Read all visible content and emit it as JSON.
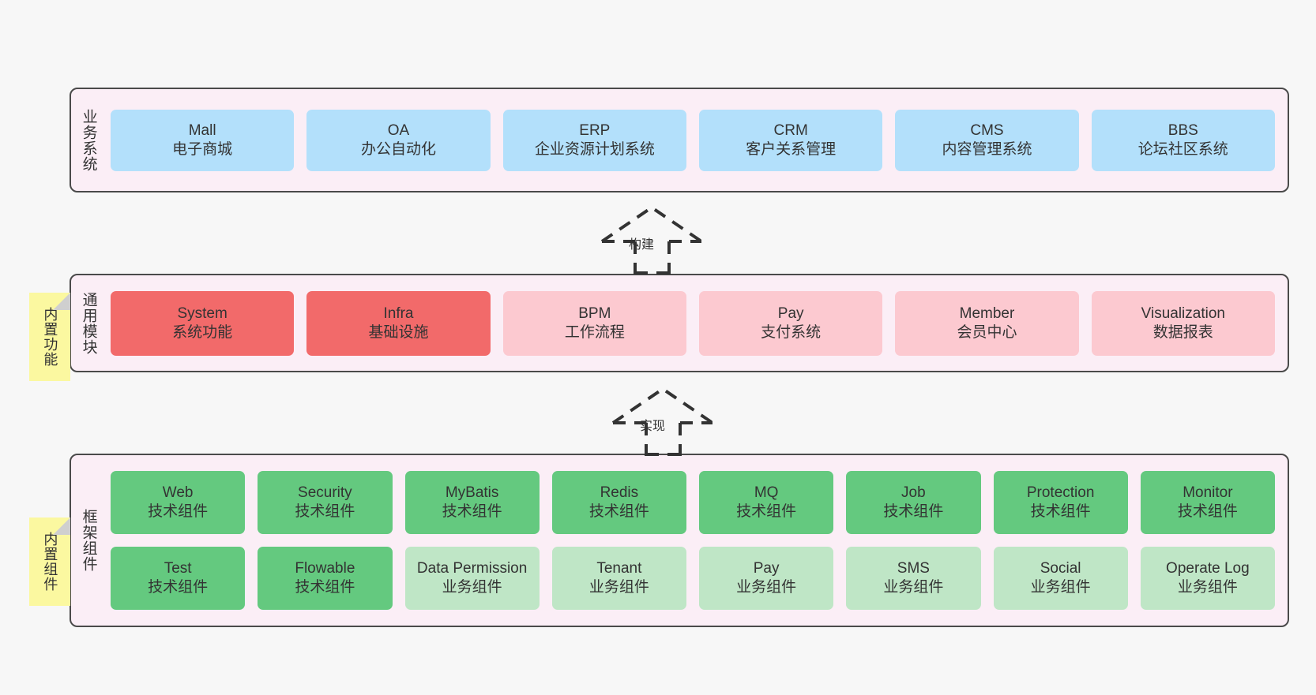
{
  "diagram": {
    "layers": [
      {
        "id": "business",
        "title": "业务系统",
        "rows": [
          [
            {
              "name": "Mall",
              "sub": "电子商城",
              "color": "#b3e0fb"
            },
            {
              "name": "OA",
              "sub": "办公自动化",
              "color": "#b3e0fb"
            },
            {
              "name": "ERP",
              "sub": "企业资源计划系统",
              "color": "#b3e0fb"
            },
            {
              "name": "CRM",
              "sub": "客户关系管理",
              "color": "#b3e0fb"
            },
            {
              "name": "CMS",
              "sub": "内容管理系统",
              "color": "#b3e0fb"
            },
            {
              "name": "BBS",
              "sub": "论坛社区系统",
              "color": "#b3e0fb"
            }
          ]
        ]
      },
      {
        "id": "modules",
        "title": "通用模块",
        "rows": [
          [
            {
              "name": "System",
              "sub": "系统功能",
              "color": "#f26a6a"
            },
            {
              "name": "Infra",
              "sub": "基础设施",
              "color": "#f26a6a"
            },
            {
              "name": "BPM",
              "sub": "工作流程",
              "color": "#fcc9d0"
            },
            {
              "name": "Pay",
              "sub": "支付系统",
              "color": "#fcc9d0"
            },
            {
              "name": "Member",
              "sub": "会员中心",
              "color": "#fcc9d0"
            },
            {
              "name": "Visualization",
              "sub": "数据报表",
              "color": "#fcc9d0"
            }
          ]
        ]
      },
      {
        "id": "framework",
        "title": "框架组件",
        "rows": [
          [
            {
              "name": "Web",
              "sub": "技术组件",
              "color": "#64c97f"
            },
            {
              "name": "Security",
              "sub": "技术组件",
              "color": "#64c97f"
            },
            {
              "name": "MyBatis",
              "sub": "技术组件",
              "color": "#64c97f"
            },
            {
              "name": "Redis",
              "sub": "技术组件",
              "color": "#64c97f"
            },
            {
              "name": "MQ",
              "sub": "技术组件",
              "color": "#64c97f"
            },
            {
              "name": "Job",
              "sub": "技术组件",
              "color": "#64c97f"
            },
            {
              "name": "Protection",
              "sub": "技术组件",
              "color": "#64c97f"
            },
            {
              "name": "Monitor",
              "sub": "技术组件",
              "color": "#64c97f"
            }
          ],
          [
            {
              "name": "Test",
              "sub": "技术组件",
              "color": "#64c97f"
            },
            {
              "name": "Flowable",
              "sub": "技术组件",
              "color": "#64c97f"
            },
            {
              "name": "Data Permission",
              "sub": "业务组件",
              "color": "#bfe6c6"
            },
            {
              "name": "Tenant",
              "sub": "业务组件",
              "color": "#bfe6c6"
            },
            {
              "name": "Pay",
              "sub": "业务组件",
              "color": "#bfe6c6"
            },
            {
              "name": "SMS",
              "sub": "业务组件",
              "color": "#bfe6c6"
            },
            {
              "name": "Social",
              "sub": "业务组件",
              "color": "#bfe6c6"
            },
            {
              "name": "Operate Log",
              "sub": "业务组件",
              "color": "#bfe6c6"
            }
          ]
        ]
      }
    ],
    "notes": [
      {
        "id": "functions",
        "text": "内置功能",
        "color": "#fbf8a0"
      },
      {
        "id": "components",
        "text": "内置组件",
        "color": "#fbf8a0"
      }
    ],
    "connectors": [
      {
        "id": "build",
        "label": "构建",
        "style": "dashed-generalization",
        "direction": "up"
      },
      {
        "id": "impl",
        "label": "实现",
        "style": "dashed-generalization",
        "direction": "up"
      }
    ],
    "colors": {
      "background": "#f7f7f7",
      "layer_fill": "#fbeef6",
      "layer_border": "#4a4a4a",
      "business_cell": "#b3e0fb",
      "module_core": "#f26a6a",
      "module_optional": "#fcc9d0",
      "tech_component": "#64c97f",
      "biz_component": "#bfe6c6",
      "note_fill": "#fbf8a0",
      "note_fold": "#cfcfcf",
      "text": "#333333"
    }
  }
}
